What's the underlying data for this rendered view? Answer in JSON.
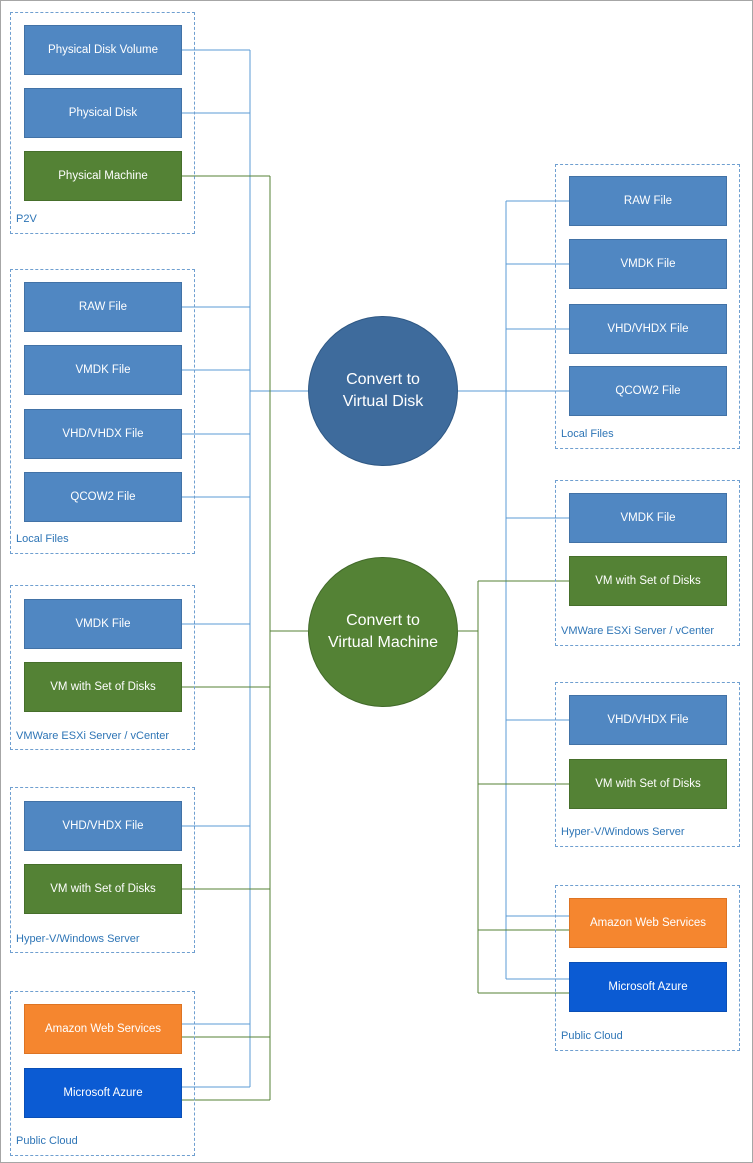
{
  "colors": {
    "blue": "#5087c2",
    "green": "#548235",
    "orange": "#f5862f",
    "azure": "#0b5bd3",
    "hub_disk": "#3e6b9c",
    "hub_vm": "#548235",
    "group_border": "#6f9fd0",
    "label_text": "#2e75b6"
  },
  "hubs": {
    "disk": {
      "line1": "Convert to",
      "line2": "Virtual Disk"
    },
    "vm": {
      "line1": "Convert to",
      "line2": "Virtual Machine"
    }
  },
  "sources": {
    "p2v": {
      "label": "P2V",
      "items": [
        "Physical Disk Volume",
        "Physical Disk",
        "Physical Machine"
      ]
    },
    "local": {
      "label": "Local Files",
      "items": [
        "RAW File",
        "VMDK File",
        "VHD/VHDX File",
        "QCOW2 File"
      ]
    },
    "esxi": {
      "label": "VMWare ESXi Server / vCenter",
      "items": [
        "VMDK File",
        "VM with Set of Disks"
      ]
    },
    "hyperv": {
      "label": "Hyper-V/Windows Server",
      "items": [
        "VHD/VHDX File",
        "VM with Set of Disks"
      ]
    },
    "cloud": {
      "label": "Public Cloud",
      "items": [
        "Amazon Web Services",
        "Microsoft Azure"
      ]
    }
  },
  "targets": {
    "local": {
      "label": "Local Files",
      "items": [
        "RAW File",
        "VMDK File",
        "VHD/VHDX File",
        "QCOW2 File"
      ]
    },
    "esxi": {
      "label": "VMWare ESXi Server / vCenter",
      "items": [
        "VMDK File",
        "VM with Set of Disks"
      ]
    },
    "hyperv": {
      "label": "Hyper-V/Windows Server",
      "items": [
        "VHD/VHDX File",
        "VM with Set of Disks"
      ]
    },
    "cloud": {
      "label": "Public Cloud",
      "items": [
        "Amazon Web Services",
        "Microsoft Azure"
      ]
    }
  }
}
